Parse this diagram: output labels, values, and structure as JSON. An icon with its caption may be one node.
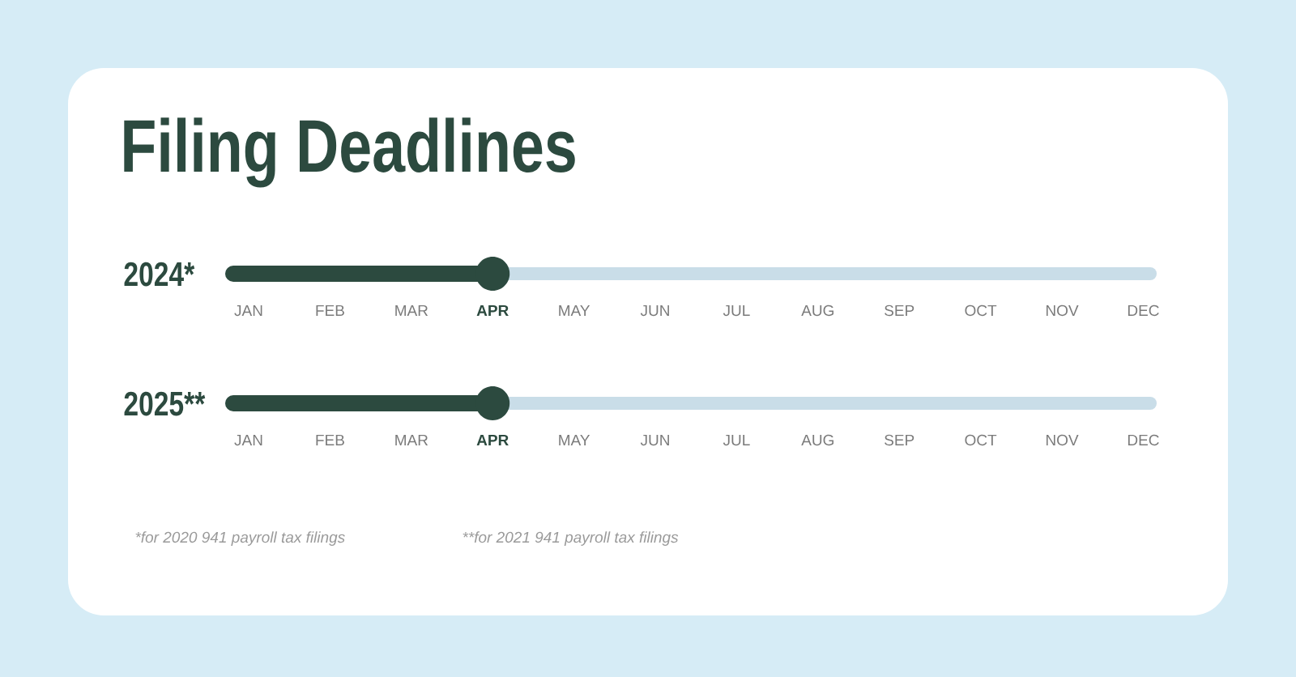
{
  "diagram": {
    "title": "Filing Deadlines",
    "labels": [
      "2024*",
      "JAN",
      "FEB",
      "MAR",
      "APR",
      "MAY",
      "JUN",
      "JUL",
      "AUG",
      "SEP",
      "OCT",
      "NOV",
      "DEC",
      "2025**",
      "JAN",
      "FEB",
      "MAR",
      "APR",
      "MAY",
      "JUN",
      "JUL",
      "AUG",
      "SEP",
      "OCT",
      "NOV",
      "DEC",
      "*for 2020 941 payroll tax filings",
      "**for 2021 941 payroll tax filings"
    ]
  }
}
